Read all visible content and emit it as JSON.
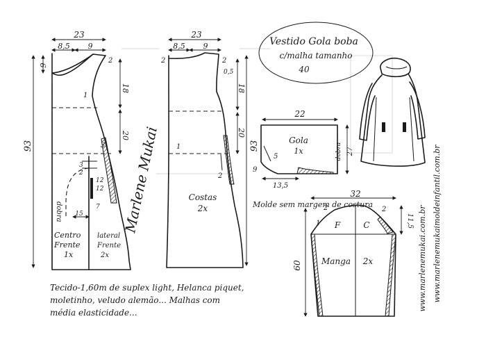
{
  "title": {
    "line1": "Vestido Gola boba",
    "line2": "c/malha tamanho",
    "size": "40"
  },
  "front": {
    "width_total": "23",
    "width_neck": "8,5",
    "width_shoulder": "9",
    "neck_drop": "9",
    "shoulder_drop": "2",
    "height_upper": "18",
    "height_lower": "20",
    "height_total": "93",
    "dart_top": "3",
    "dart_mid": "2",
    "dart_a": "12",
    "dart_b": "12",
    "dart_c": "7",
    "pocket_width": "15",
    "side_mark": "3",
    "mark_1": "1",
    "fold_label": "dobra",
    "center_label": "Centro",
    "center_label2": "Frente",
    "center_qty": "1x",
    "side_label": "lateral",
    "side_label2": "Frente",
    "side_qty": "2x"
  },
  "back": {
    "width_total": "23",
    "width_neck": "8,5",
    "width_shoulder": "9",
    "neck_drop": "2",
    "shoulder_drop": "2",
    "shoulder_small": "0,5",
    "height_upper": "18",
    "height_lower": "20",
    "height_total": "93",
    "mark_1": "1",
    "mark_2": "2",
    "label": "Costas",
    "qty": "2x"
  },
  "collar": {
    "width": "22",
    "height": "27",
    "bottom": "13,5",
    "mark_5": "5",
    "mark_9": "9",
    "label": "Gola",
    "qty": "1x",
    "fold_label": "dobra"
  },
  "sleeve": {
    "width": "32",
    "cap_height": "11,5",
    "length": "60",
    "mark_a": "2",
    "mark_b": "2",
    "mark_1": "1",
    "front_letter": "F",
    "back_letter": "C",
    "label": "Manga",
    "qty": "2x"
  },
  "notes": {
    "seam": "Molde sem margem de costura",
    "fabric_line1": "Tecido-1,60m de suplex light, Helanca piquet,",
    "fabric_line2": "moletinho, veludo alemão... Malhas com",
    "fabric_line3": "média elasticidade..."
  },
  "signature": "Marlene Mukai",
  "websites": {
    "line1": "www.marlenemukai.com.br",
    "line2": "www.marlenemukaimoldeinfantil.com.br"
  }
}
